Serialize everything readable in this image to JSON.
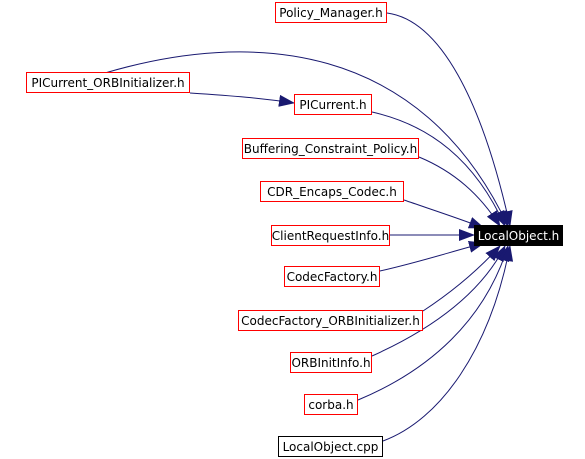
{
  "diagram": {
    "target": {
      "id": "localobject",
      "label": "LocalObject.h"
    },
    "nodes": [
      {
        "id": "policy_manager",
        "label": "Policy_Manager.h"
      },
      {
        "id": "picurrent_orbinit",
        "label": "PICurrent_ORBInitializer.h"
      },
      {
        "id": "picurrent",
        "label": "PICurrent.h"
      },
      {
        "id": "buffering",
        "label": "Buffering_Constraint_Policy.h"
      },
      {
        "id": "cdr_encaps",
        "label": "CDR_Encaps_Codec.h"
      },
      {
        "id": "clientrequestinfo",
        "label": "ClientRequestInfo.h"
      },
      {
        "id": "codecfactory",
        "label": "CodecFactory.h"
      },
      {
        "id": "codecfactory_orbinit",
        "label": "CodecFactory_ORBInitializer.h"
      },
      {
        "id": "orbinitinfo",
        "label": "ORBInitInfo.h"
      },
      {
        "id": "corba",
        "label": "corba.h"
      },
      {
        "id": "localobject_cpp",
        "label": "LocalObject.cpp"
      }
    ],
    "edges": [
      {
        "from": "policy_manager",
        "to": "localobject"
      },
      {
        "from": "picurrent_orbinit",
        "to": "localobject"
      },
      {
        "from": "picurrent_orbinit",
        "to": "picurrent"
      },
      {
        "from": "picurrent",
        "to": "localobject"
      },
      {
        "from": "buffering",
        "to": "localobject"
      },
      {
        "from": "cdr_encaps",
        "to": "localobject"
      },
      {
        "from": "clientrequestinfo",
        "to": "localobject"
      },
      {
        "from": "codecfactory",
        "to": "localobject"
      },
      {
        "from": "codecfactory_orbinit",
        "to": "localobject"
      },
      {
        "from": "orbinitinfo",
        "to": "localobject"
      },
      {
        "from": "corba",
        "to": "localobject"
      },
      {
        "from": "localobject_cpp",
        "to": "localobject"
      }
    ],
    "colors": {
      "edge": "#191970",
      "node_border_header": "#ff0000",
      "node_border_source": "#000000",
      "target_fill": "#000000",
      "target_text": "#ffffff"
    }
  }
}
